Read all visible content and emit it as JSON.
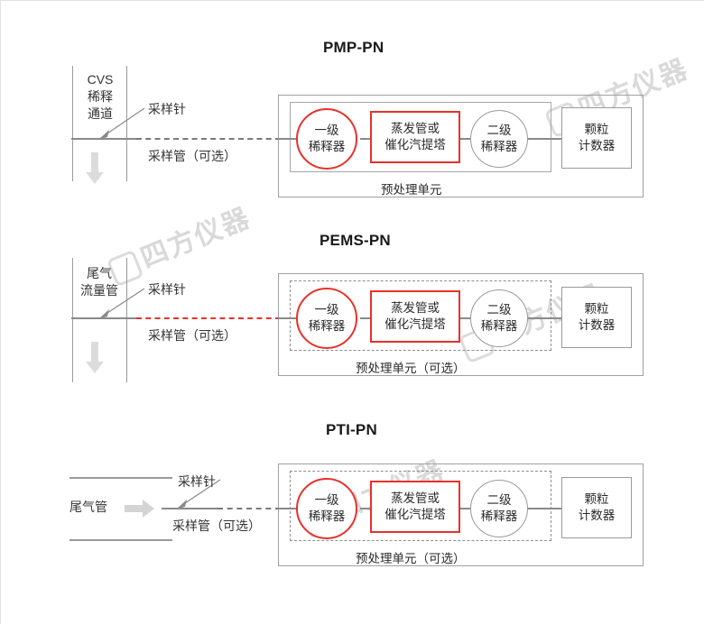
{
  "page": {
    "watermark_text": "四方仪器",
    "background": "#ffffff",
    "accent_red": "#e8312a",
    "line_gray": "#9a9a9a"
  },
  "sections": [
    {
      "id": "pmp-pn",
      "title": "PMP-PN",
      "source": {
        "label_lines": [
          "CVS",
          "稀释",
          "通道"
        ],
        "kind": "cvs-duct",
        "flow_arrow": "down"
      },
      "needle_label": "采样针",
      "tube_label": "采样管（可选）",
      "tube_style": "dashed-gray",
      "inner_border": "solid",
      "unit_caption": "预处理单元",
      "stages": [
        {
          "name": "primary-diluter",
          "shape": "circle",
          "color": "red",
          "lines": [
            "一级",
            "稀释器"
          ]
        },
        {
          "name": "evaporation-tube",
          "shape": "rect",
          "color": "red",
          "lines": [
            "蒸发管或",
            "催化汽提塔"
          ]
        },
        {
          "name": "secondary-diluter",
          "shape": "circle",
          "color": "gray",
          "lines": [
            "二级",
            "稀释器"
          ]
        }
      ],
      "counter": {
        "name": "particle-counter",
        "lines": [
          "颗粒",
          "计数器"
        ]
      }
    },
    {
      "id": "pems-pn",
      "title": "PEMS-PN",
      "source": {
        "label_lines": [
          "尾气",
          "流量管"
        ],
        "kind": "cvs-duct",
        "flow_arrow": "down"
      },
      "needle_label": "采样针",
      "tube_label": "采样管（可选）",
      "tube_style": "dashed-red",
      "inner_border": "dashed",
      "unit_caption": "预处理单元（可选）",
      "stages": [
        {
          "name": "primary-diluter",
          "shape": "circle",
          "color": "red",
          "lines": [
            "一级",
            "稀释器"
          ]
        },
        {
          "name": "evaporation-tube",
          "shape": "rect",
          "color": "red",
          "lines": [
            "蒸发管或",
            "催化汽提塔"
          ]
        },
        {
          "name": "secondary-diluter",
          "shape": "circle",
          "color": "gray",
          "lines": [
            "二级",
            "稀释器"
          ]
        }
      ],
      "counter": {
        "name": "particle-counter",
        "lines": [
          "颗粒",
          "计数器"
        ]
      }
    },
    {
      "id": "pti-pn",
      "title": "PTI-PN",
      "source": {
        "label_lines": [
          "尾气管"
        ],
        "kind": "tailpipe",
        "flow_arrow": "right"
      },
      "needle_label": "采样针",
      "tube_label": "采样管（可选）",
      "tube_style": "dashed-gray",
      "inner_border": "dashed",
      "unit_caption": "预处理单元（可选）",
      "stages": [
        {
          "name": "primary-diluter",
          "shape": "circle",
          "color": "red",
          "lines": [
            "一级",
            "稀释器"
          ]
        },
        {
          "name": "evaporation-tube",
          "shape": "rect",
          "color": "red",
          "lines": [
            "蒸发管或",
            "催化汽提塔"
          ]
        },
        {
          "name": "secondary-diluter",
          "shape": "circle",
          "color": "gray",
          "lines": [
            "二级",
            "稀释器"
          ]
        }
      ],
      "counter": {
        "name": "particle-counter",
        "lines": [
          "颗粒",
          "计数器"
        ]
      }
    }
  ]
}
